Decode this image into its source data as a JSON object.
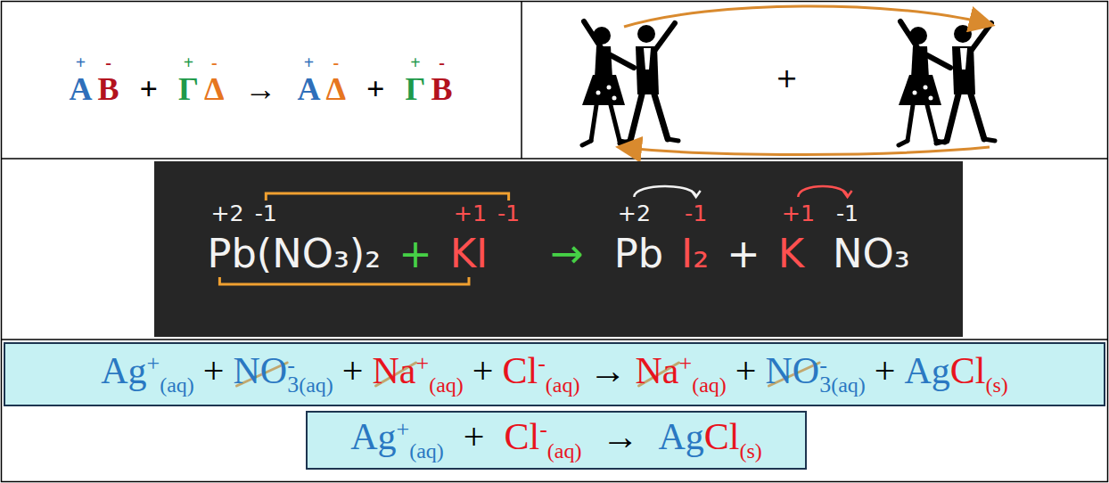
{
  "diagram": {
    "nodes": [
      {
        "text": [
          "+2",
          "-1",
          "Pb(NO₃)₂",
          "+",
          "+1",
          "-1",
          "KI",
          "→",
          "+2",
          "Pb",
          "-1",
          "I₂",
          "+",
          "+1",
          "K",
          "-1",
          "NO₃"
        ]
      },
      {
        "text": [
          "Ag",
          "+",
          "(aq)",
          "+",
          "NO",
          "3",
          "-",
          "(aq)",
          "+",
          "Na",
          "+",
          "(aq)",
          "+",
          "Cl",
          "-",
          "(aq)",
          "→",
          "Na",
          "+",
          "(aq)",
          "+",
          "NO",
          "3",
          "-",
          "(aq)",
          "+",
          "Ag",
          "Cl",
          "(s)"
        ]
      },
      {
        "text": [
          "Ag",
          "+",
          "(aq)",
          "+",
          "Cl",
          "-",
          "(aq)",
          "→",
          "Ag",
          "Cl",
          "(s)"
        ]
      }
    ],
    "labels": [
      "A",
      "+",
      "B",
      "-",
      "+",
      "Γ",
      "+",
      "Δ",
      "-",
      "→",
      "A",
      "+",
      "Δ",
      "-",
      "+",
      "Γ",
      "+",
      "B",
      "-",
      "+"
    ]
  }
}
